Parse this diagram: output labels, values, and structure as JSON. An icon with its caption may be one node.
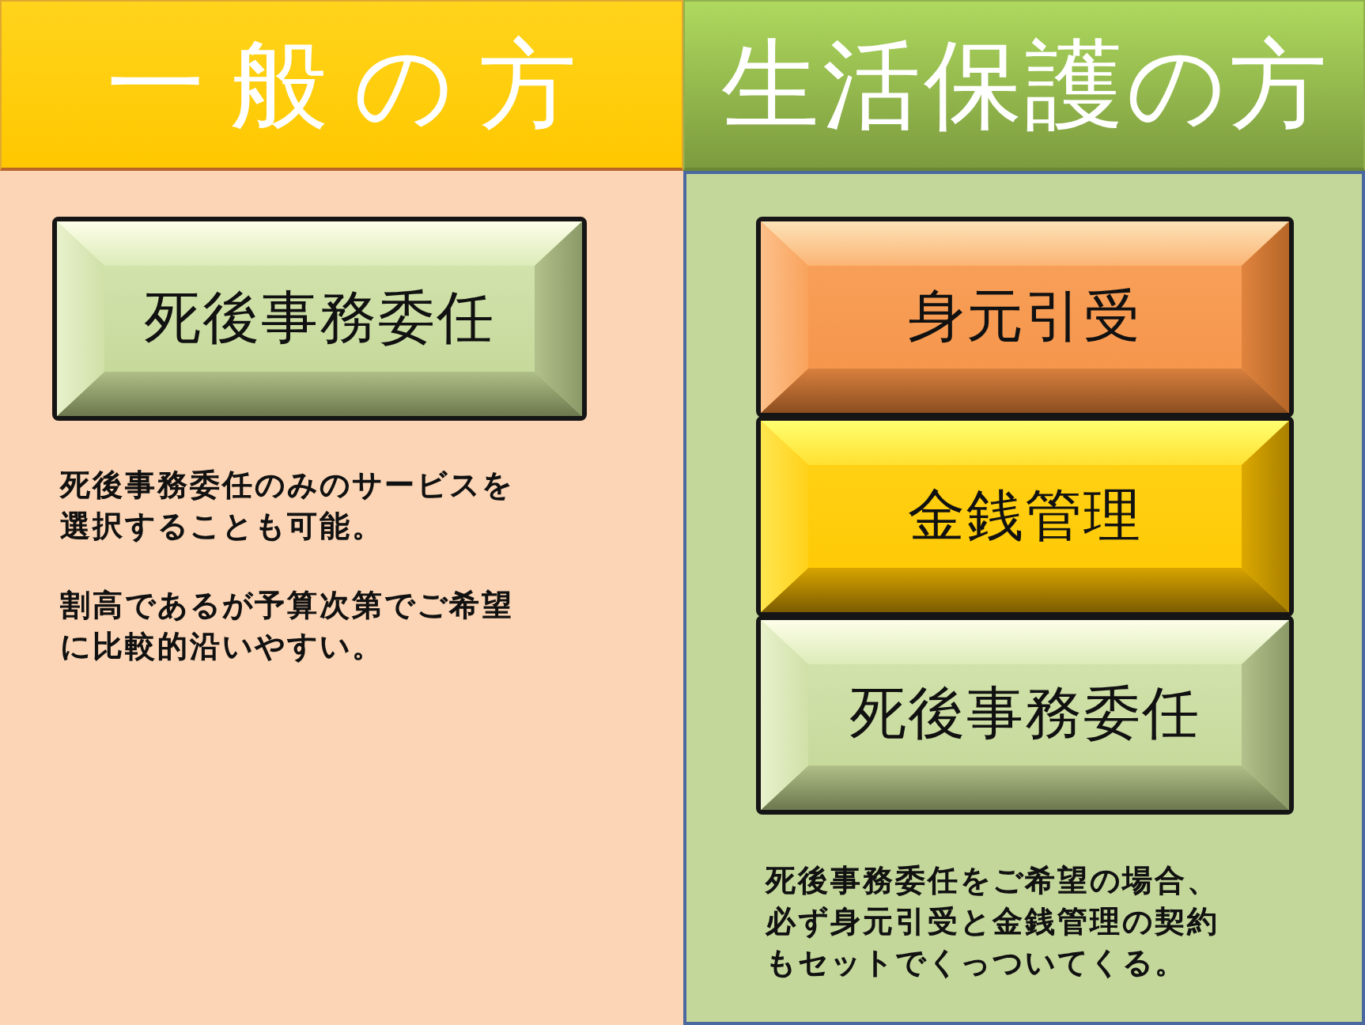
{
  "diagram": {
    "nodes": [
      {
        "text": [
          "一般の方"
        ]
      },
      {
        "text": [
          "生活保護の方"
        ]
      },
      {
        "text": [
          "死後事務委任のみのサービスを選択することも可能。",
          "割高であるが予算次第でご希望に比較的沿いやすい。"
        ]
      },
      {
        "text": [
          "死後事務委任"
        ],
        "in": 2
      },
      {
        "text": [
          "死後事務委任をご希望の場合、必ず身元引受と金銭管理の契約もセットでくっついてくる。"
        ]
      },
      {
        "text": [
          "身元引受"
        ],
        "in": 4
      },
      {
        "text": [
          "金銭管理"
        ],
        "in": 4
      },
      {
        "text": [
          "死後事務委任"
        ],
        "in": 4
      }
    ]
  }
}
